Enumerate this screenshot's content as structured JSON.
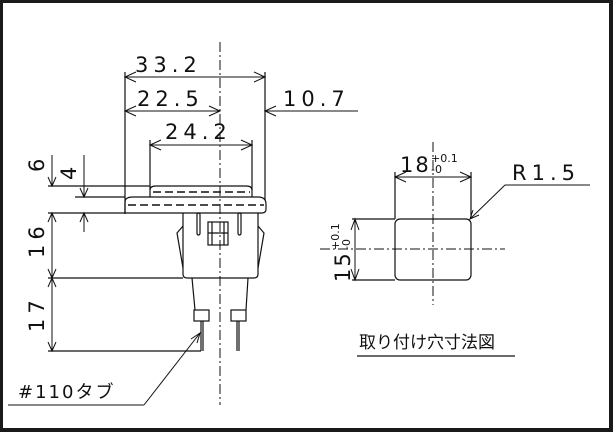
{
  "drawing": {
    "side_view": {
      "dimensions": {
        "overall_width": "33.2",
        "left_of_center": "22.5",
        "right_offset": "10.7",
        "cap_width": "24.2",
        "flange_height": "6",
        "cap_height": "4",
        "body_height": "16",
        "terminal_length": "17"
      },
      "terminal_label": "#110タブ"
    },
    "panel_cutout": {
      "title": "取り付け穴寸法図",
      "width_nominal": "18",
      "width_tol_upper": "+0.1",
      "width_tol_lower": "-0",
      "height_nominal": "15",
      "height_tol_upper": "+0.1",
      "height_tol_lower": "-0",
      "corner_radius": "R1.5"
    },
    "colors": {
      "line": "#111111",
      "background": "#ffffff",
      "frame": "#1a1a1a"
    }
  }
}
